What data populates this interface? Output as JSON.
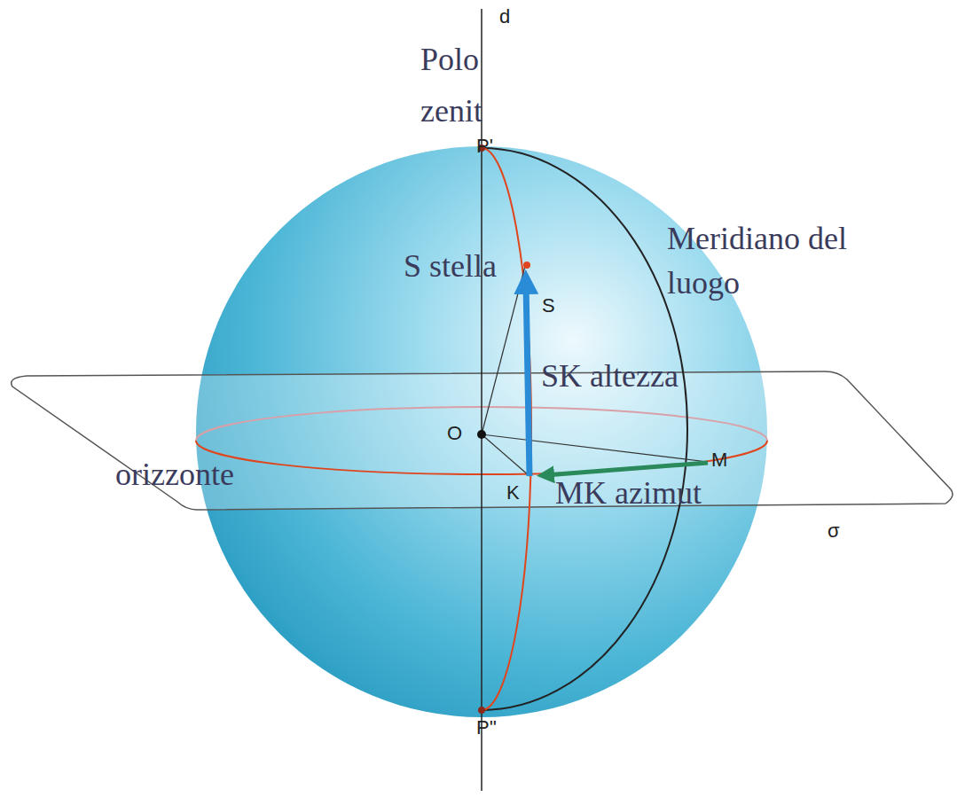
{
  "diagram": {
    "labels": [
      "d",
      "Polo zenit",
      "P'",
      "S stella",
      "S",
      "Meridiano del luogo",
      "SK altezza",
      "O",
      "orizzonte",
      "K",
      "MK azimut",
      "M",
      "P''",
      "σ"
    ]
  }
}
